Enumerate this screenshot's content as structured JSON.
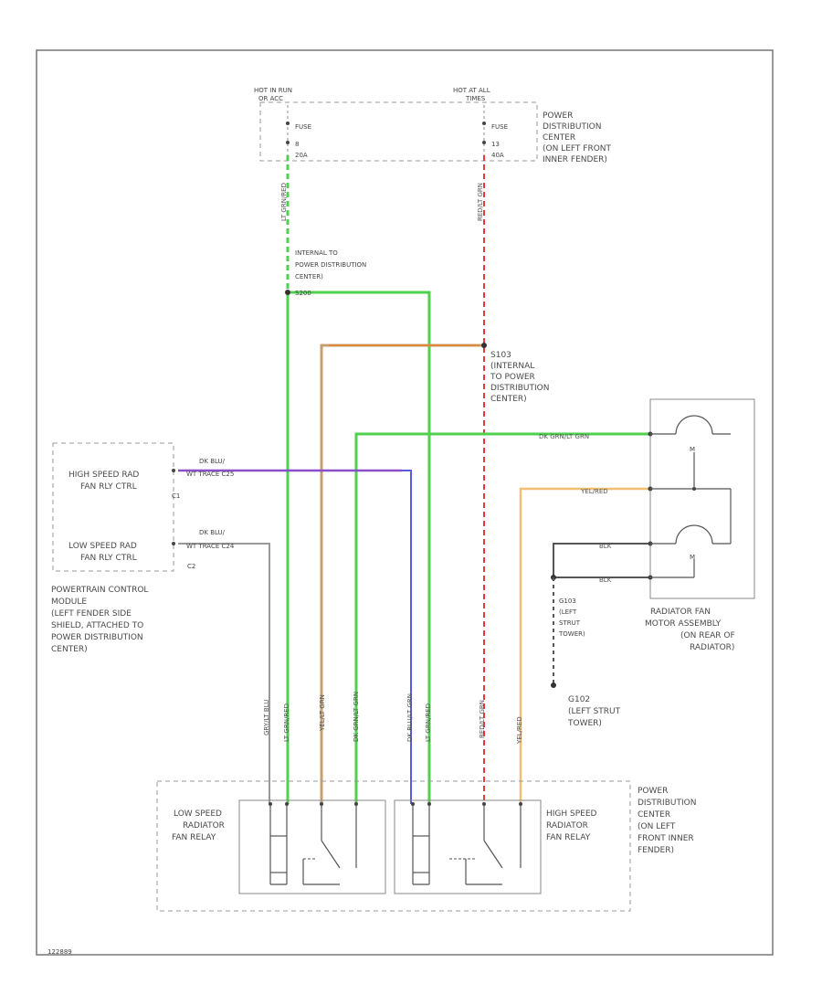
{
  "fuse_block": {
    "hot_in_run": [
      "HOT IN RUN",
      "OR ACC"
    ],
    "hot_at_all": [
      "HOT AT ALL",
      "TIMES"
    ],
    "fuse_left": [
      "FUSE",
      "8",
      "20A"
    ],
    "fuse_right": [
      "FUSE",
      "13",
      "40A"
    ],
    "location": [
      "POWER",
      "DISTRIBUTION",
      "CENTER",
      "(ON LEFT FRONT",
      "INNER FENDER)"
    ]
  },
  "splices": {
    "s200": [
      "INTERNAL TO",
      "POWER DISTRIBUTION",
      "CENTER)"
    ],
    "s200_tag": "S200",
    "s103": [
      "S103",
      "(INTERNAL",
      "TO POWER",
      "DISTRIBUTION",
      "CENTER)"
    ]
  },
  "pcm": {
    "high_label": [
      "HIGH SPEED RAD",
      "FAN RLY CTRL"
    ],
    "low_label": [
      "LOW SPEED RAD",
      "FAN RLY CTRL"
    ],
    "pin_high": "C1",
    "pin_low": "C2",
    "location": [
      "POWERTRAIN CONTROL",
      "MODULE",
      "(LEFT FENDER SIDE",
      "SHIELD, ATTACHED TO",
      "POWER DISTRIBUTION",
      "CENTER)"
    ]
  },
  "wires": {
    "high_ctrl": [
      "DK BLU/",
      "WT  TRACE  C25"
    ],
    "low_ctrl": [
      "DK BLU/",
      "WT  TRACE  C24"
    ],
    "dk_grn": "DK GRN/LT GRN",
    "yel_red": "YEL/RED",
    "blk1": "BLK",
    "blk2": "BLK",
    "vert_lgrn": "LT GRN/RED",
    "vert_red": "RED/LT GRN"
  },
  "fan_motor": {
    "m1": "M",
    "m2": "M",
    "location": [
      "RADIATOR FAN",
      "MOTOR ASSEMBLY",
      "(ON REAR OF",
      "RADIATOR)"
    ]
  },
  "grounds": {
    "g103": [
      "G103",
      "(LEFT",
      "STRUT",
      "TOWER)"
    ],
    "g102": [
      "G102",
      "(LEFT STRUT",
      "TOWER)"
    ]
  },
  "relays": {
    "low": [
      "LOW SPEED",
      "RADIATOR",
      "FAN RELAY"
    ],
    "high": [
      "HIGH SPEED",
      "RADIATOR",
      "FAN RELAY"
    ],
    "location": [
      "POWER",
      "DISTRIBUTION",
      "CENTER",
      "(ON LEFT",
      "FRONT INNER",
      "FENDER)"
    ]
  },
  "figure_id": "122889",
  "colors": {
    "green": "#4fd14f",
    "red": "#e83a3a",
    "orange": "#d98a3a",
    "tan": "#c8a070",
    "blue": "#5a5ae0",
    "purple": "#8a4fc8",
    "gray": "#777777",
    "yellow": "#f0c070",
    "lt_blue": "#9ab0e0"
  }
}
